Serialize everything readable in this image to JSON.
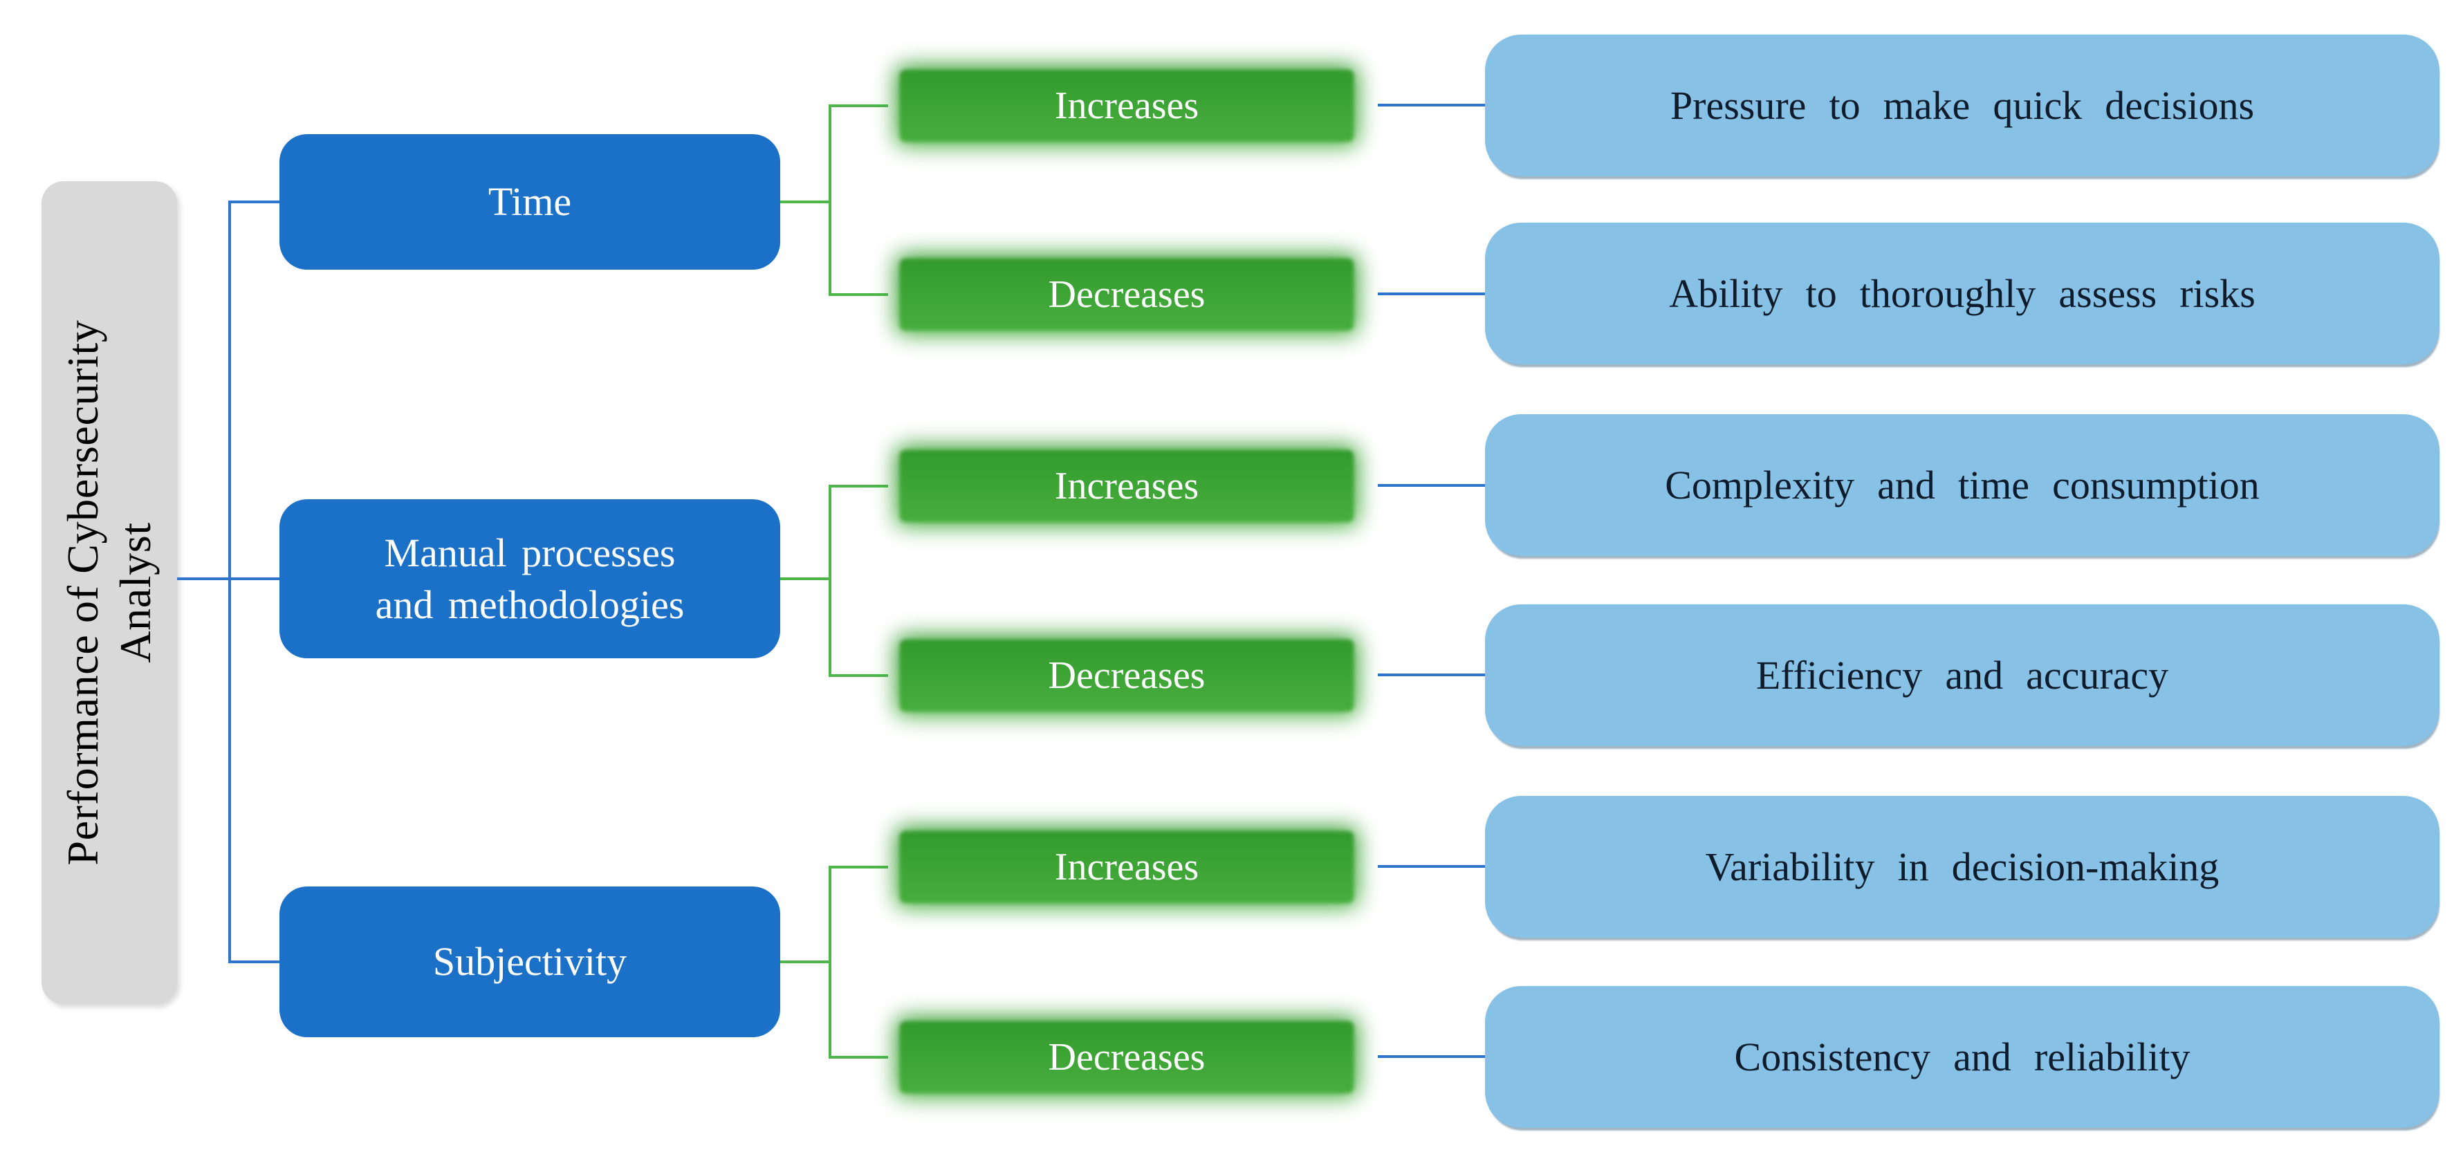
{
  "figure": {
    "root_label": "Performance of Cybersecurity\nAnalyst",
    "branches": [
      {
        "factor": "Time",
        "effects": [
          {
            "label": "Increases",
            "outcome": "Pressure to make quick decisions"
          },
          {
            "label": "Decreases",
            "outcome": "Ability to thoroughly assess risks"
          }
        ]
      },
      {
        "factor": "Manual processes\nand methodologies",
        "effects": [
          {
            "label": "Increases",
            "outcome": "Complexity and time consumption"
          },
          {
            "label": "Decreases",
            "outcome": "Efficiency and accuracy"
          }
        ]
      },
      {
        "factor": "Subjectivity",
        "effects": [
          {
            "label": "Increases",
            "outcome": "Variability in decision-making"
          },
          {
            "label": "Decreases",
            "outcome": "Consistency and reliability"
          }
        ]
      }
    ],
    "colors": {
      "root_box": "#d9d9d9",
      "factor_box": "#1b70c8",
      "effect_box_top": "#339a2d",
      "effect_box_bottom": "#47ae3e",
      "outcome_box": "#87c1e6",
      "blue_line": "#2e75cc",
      "green_line": "#4cb648",
      "root_text": "#000000",
      "factor_text": "#ffffff",
      "effect_text": "#ffffff",
      "outcome_text": "#0d1b2a"
    }
  }
}
